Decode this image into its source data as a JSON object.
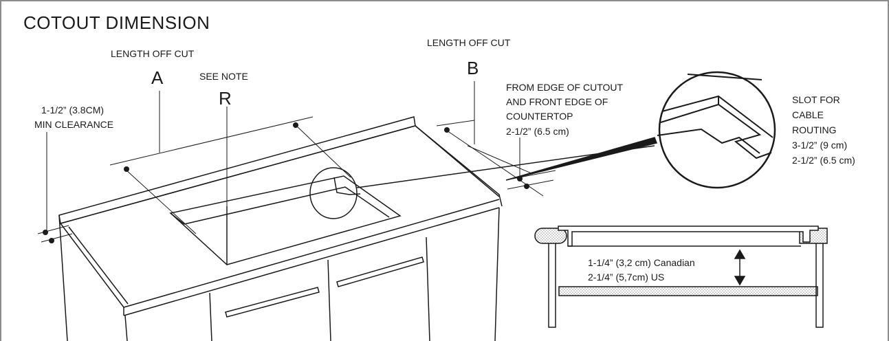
{
  "title": "COTOUT DIMENSION",
  "labels": {
    "length_a": "LENGTH OFF CUT",
    "letter_a": "A",
    "see_note": "SEE NOTE",
    "letter_r": "R",
    "length_b": "LENGTH OFF CUT",
    "letter_b": "B",
    "clearance_value": "1-1/2” (3.8CM)",
    "clearance_text": "MIN CLEARANCE",
    "edge_line1": "FROM EDGE OF CUTOUT",
    "edge_line2": "AND FRONT EDGE OF",
    "edge_line3": "COUNTERTOP",
    "edge_value": "2-1/2” (6.5 cm)",
    "slot_line1": "SLOT FOR",
    "slot_line2": "CABLE",
    "slot_line3": "ROUTING",
    "slot_value1": "3-1/2” (9 cm)",
    "slot_value2": "2-1/2” (6.5 cm)",
    "depth_canadian": "1-1/4” (3,2 cm) Canadian",
    "depth_us": "2-1/4” (5,7cm) US"
  },
  "colors": {
    "line": "#1a1a1a",
    "frame": "#8c8c8c",
    "hatch": "#bdbdbd"
  }
}
